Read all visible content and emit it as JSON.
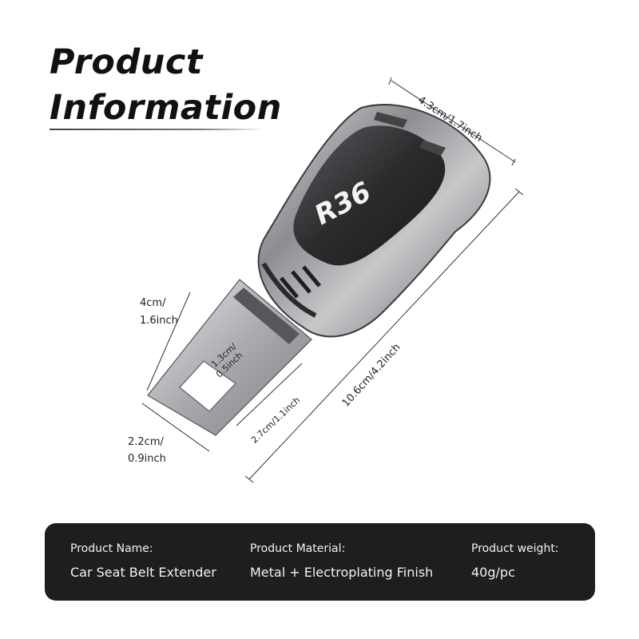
{
  "title": {
    "line1": "Product",
    "line2": "Information"
  },
  "dimensions": {
    "width": "4.3cm/1.7inch",
    "length": "10.6cm/4.2inch",
    "tongue_length_1": "4cm/",
    "tongue_length_2": "1.6inch",
    "tongue_width_1": "2.2cm/",
    "tongue_width_2": "0.9inch",
    "slot_inner": "2.7cm/1.1inch",
    "slot_height_1": "1.3cm/",
    "slot_height_2": "0.5inch"
  },
  "product": {
    "badge": "R36",
    "body_color": "#8a8c90",
    "roof_color": "#2b2b2d"
  },
  "info": {
    "name_label": "Product Name:",
    "name_value": "Car Seat Belt Extender",
    "material_label": "Product Material:",
    "material_value": "Metal + Electroplating Finish",
    "weight_label": "Product weight:",
    "weight_value": "40g/pc"
  },
  "colors": {
    "bar_bg": "#1e1e1e",
    "bar_text": "#f2f2f2"
  }
}
